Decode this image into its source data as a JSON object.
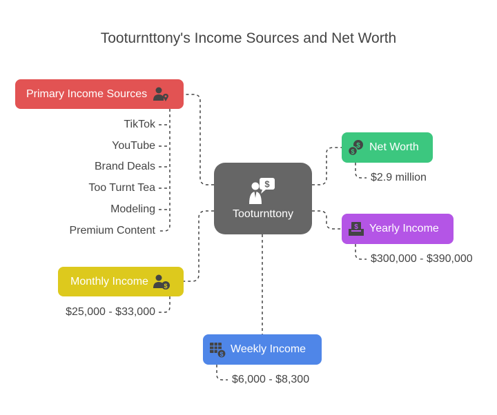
{
  "title": "Tooturnttony's Income Sources and Net Worth",
  "center": {
    "label": "Tooturnttony",
    "icon": "person-money-speech-icon"
  },
  "primary_income": {
    "label": "Primary Income Sources",
    "icon": "person-location-icon",
    "color": "#e25353",
    "items": [
      "TikTok",
      "YouTube",
      "Brand Deals",
      "Too Turnt Tea",
      "Modeling",
      "Premium Content"
    ]
  },
  "net_worth": {
    "label": "Net Worth",
    "icon": "coins-icon",
    "color": "#3cc77f",
    "value": "$2.9 million"
  },
  "yearly_income": {
    "label": "Yearly Income",
    "icon": "cash-tray-icon",
    "color": "#b455e6",
    "value": "$300,000 - $390,000"
  },
  "monthly_income": {
    "label": "Monthly Income",
    "icon": "person-dollar-icon",
    "color": "#ddc91d",
    "value": "$25,000 - $33,000"
  },
  "weekly_income": {
    "label": "Weekly Income",
    "icon": "table-dollar-icon",
    "color": "#4f86e8",
    "value": "$6,000 - $8,300"
  }
}
